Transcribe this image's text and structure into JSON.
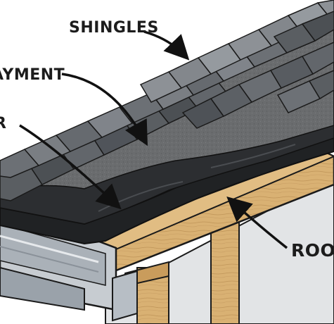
{
  "diagram": {
    "labels": {
      "shingles": "SHINGLES",
      "underlayment": "AYMENT",
      "barrier": "R",
      "roof": "ROOF"
    },
    "colors": {
      "background": "#ffffff",
      "shingle_dark": "#4c5054",
      "shingle_light": "#8d9196",
      "underlayment_felt": "#6a6c6e",
      "ice_water_barrier": "#202224",
      "fascia_wood": "#d9b173",
      "gutter_metal": "#c7ccd1",
      "outline": "#1a1a1a"
    },
    "icons": [
      "curved-arrow-icon"
    ]
  }
}
